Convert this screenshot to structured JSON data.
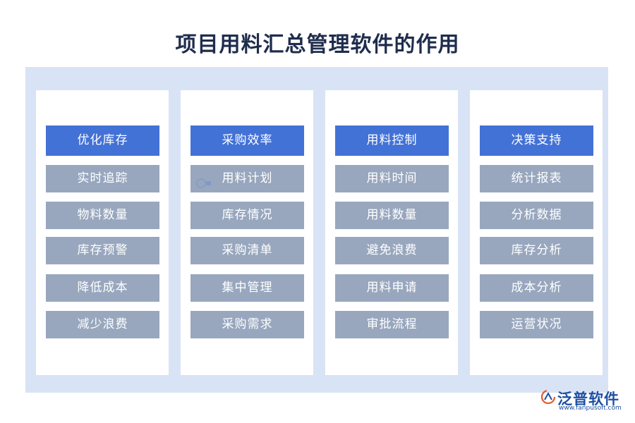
{
  "title": "项目用料汇总管理软件的作用",
  "columns": [
    {
      "header": "优化库存",
      "items": [
        "实时追踪",
        "物料数量",
        "库存预警",
        "降低成本",
        "减少浪费"
      ]
    },
    {
      "header": "采购效率",
      "items": [
        "用料计划",
        "库存情况",
        "采购清单",
        "集中管理",
        "采购需求"
      ]
    },
    {
      "header": "用料控制",
      "items": [
        "用料时间",
        "用料数量",
        "避免浪费",
        "用料申请",
        "审批流程"
      ]
    },
    {
      "header": "决策支持",
      "items": [
        "统计报表",
        "分析数据",
        "库存分析",
        "成本分析",
        "运营状况"
      ]
    }
  ],
  "logo": {
    "name": "泛普软件",
    "url": "www.fanpusoft.com",
    "icon": "fanpu-logo-icon"
  },
  "colors": {
    "header_box": "#4372d6",
    "item_box": "#98a7be",
    "panel": "#d8e3f5",
    "title": "#1f2d4d"
  }
}
